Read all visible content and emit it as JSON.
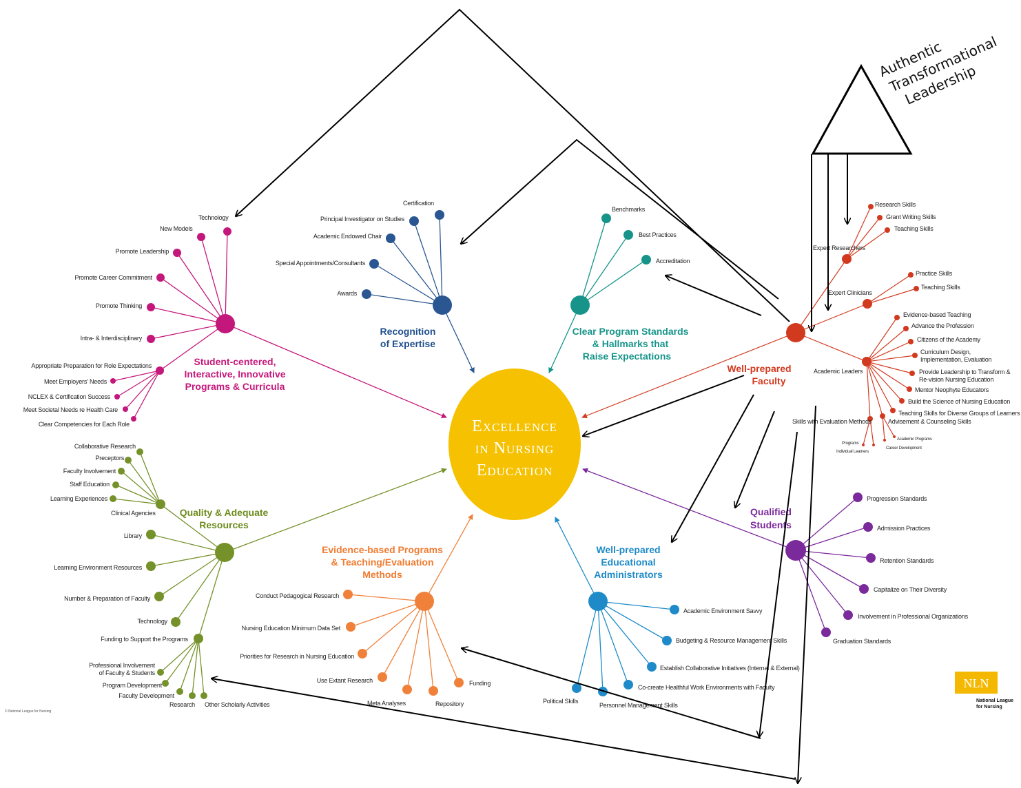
{
  "center": {
    "line1": "Excellence",
    "line2": "in Nursing",
    "line3": "Education"
  },
  "leadership": {
    "line1": "Authentic",
    "line2": "Transformational",
    "line3": "Leadership"
  },
  "colors": {
    "center": "#F5C100",
    "student": "#C4177B",
    "recognition": "#1F4E8C",
    "standards": "#16948A",
    "faculty": "#D23A1F",
    "resources": "#6E8C1E",
    "evidence": "#F07B30",
    "administrators": "#1E8BC8",
    "students": "#7B2A9C",
    "annotation": "#000000"
  },
  "hubs": {
    "student": {
      "title1": "Student-centered,",
      "title2": "Interactive, Innovative",
      "title3": "Programs & Curricula"
    },
    "recognition": {
      "title1": "Recognition",
      "title2": "of Expertise"
    },
    "standards": {
      "title1": "Clear Program Standards",
      "title2": "& Hallmarks that",
      "title3": "Raise Expectations"
    },
    "faculty": {
      "title1": "Well-prepared",
      "title2": "Faculty"
    },
    "resources": {
      "title1": "Quality & Adequate",
      "title2": "Resources"
    },
    "evidence": {
      "title1": "Evidence-based Programs",
      "title2": "& Teaching/Evaluation",
      "title3": "Methods"
    },
    "administrators": {
      "title1": "Well-prepared",
      "title2": "Educational",
      "title3": "Administrators"
    },
    "students": {
      "title1": "Qualified",
      "title2": "Students"
    }
  },
  "labels": {
    "student": {
      "technology": "Technology",
      "new_models": "New Models",
      "promote_leadership": "Promote Leadership",
      "promote_career": "Promote Career Commitment",
      "promote_thinking": "Promote Thinking",
      "intra": "Intra- & Interdisciplinary",
      "appropriate": "Appropriate Preparation for Role Expectations",
      "employers": "Meet Employers' Needs",
      "nclex": "NCLEX & Certification Success",
      "societal": "Meet Societal Needs re Health Care",
      "competencies": "Clear Competencies for Each Role"
    },
    "recognition": {
      "certification": "Certification",
      "pi": "Principal Investigator on Studies",
      "endowed": "Academic Endowed Chair",
      "appointments": "Special Appointments/Consultants",
      "awards": "Awards"
    },
    "standards": {
      "benchmarks": "Benchmarks",
      "best_practices": "Best Practices",
      "accreditation": "Accreditation"
    },
    "faculty": {
      "expert_researchers": "Expert Researchers",
      "research_skills": "Research Skills",
      "grant_writing": "Grant Writing Skills",
      "teaching_skills_1": "Teaching Skills",
      "expert_clinicians": "Expert Clinicians",
      "practice_skills": "Practice Skills",
      "teaching_skills_2": "Teaching Skills",
      "academic_leaders": "Academic Leaders",
      "ebt": "Evidence-based Teaching",
      "advance": "Advance the Profession",
      "citizens": "Citizens of the Academy",
      "curriculum1": "Curriculum Design,",
      "curriculum2": "Implementation, Evaluation",
      "provide1": "Provide Leadership to Transform &",
      "provide2": "Re-vision Nursing Education",
      "mentor": "Mentor Neophyte Educators",
      "build": "Build the Science of Nursing Education",
      "teaching_diverse": "Teaching Skills for Diverse Groups of Learners",
      "advisement": "Advisement & Counseling Skills",
      "evaluation": "Skills with Evaluation Methods",
      "programs": "Programs",
      "individual": "Individual Learners",
      "academic_programs": "Academic Programs",
      "career_dev": "Career Development"
    },
    "resources": {
      "collab": "Collaborative Research",
      "preceptors": "Preceptors",
      "faculty_inv": "Faculty Involvement",
      "staff_ed": "Staff Education",
      "learning_exp": "Learning Experiences",
      "clinical": "Clinical Agencies",
      "library": "Library",
      "learning_env": "Learning Environment Resources",
      "number_prep": "Number & Preparation of Faculty",
      "technology": "Technology",
      "funding": "Funding to Support the Programs",
      "prof_inv1": "Professional Involvement",
      "prof_inv2": "of Faculty & Students",
      "program_dev": "Program Development",
      "faculty_dev": "Faculty Development",
      "research": "Research",
      "other": "Other Scholarly Activities"
    },
    "evidence": {
      "conduct": "Conduct Pedagogical Research",
      "minimum": "Nursing Education Minimum Data Set",
      "priorities": "Priorities for Research in Nursing Education",
      "extant": "Use Extant Research",
      "meta": "Meta Analyses",
      "repository": "Repository",
      "funding": "Funding"
    },
    "administrators": {
      "savvy": "Academic Environment Savvy",
      "budgeting": "Budgeting & Resource Management Skills",
      "collab": "Establish Collaborative Initiatives (Internal & External)",
      "cocreate": "Co-create Healthful Work Environments with Faculty",
      "political": "Political Skills",
      "personnel": "Personnel Management Skills"
    },
    "students": {
      "progression": "Progression Standards",
      "admission": "Admission Practices",
      "retention": "Retention Standards",
      "diversity": "Capitalize on Their Diversity",
      "involvement": "Involvement in Professional Organizations",
      "graduation": "Graduation Standards"
    }
  },
  "copyright": "© National League for Nursing",
  "logo": {
    "mark": "NLN",
    "line1": "National League",
    "line2": "for Nursing"
  }
}
